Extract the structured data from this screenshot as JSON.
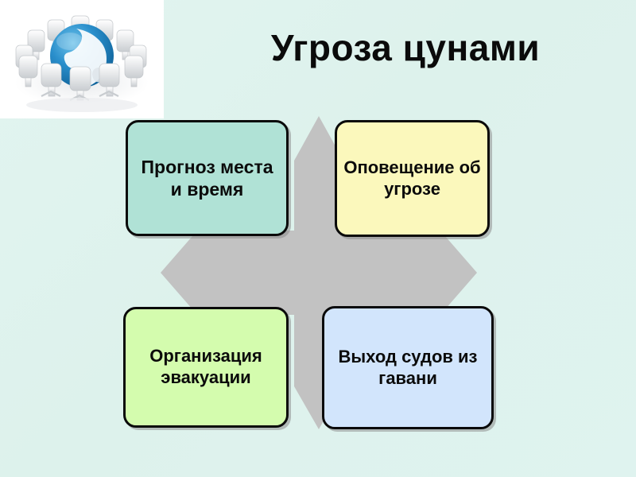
{
  "slide": {
    "title": "Угроза цунами",
    "background_color": "#dff3ef",
    "title_color": "#0b0b0b"
  },
  "picture": {
    "name": "globe-with-chairs-image",
    "description": "Голубой глобус, окружённый кругом офисных кресел",
    "background_color": "#ffffff",
    "globe_color": "#1b7fc4",
    "chairs_color": "#d8dbde"
  },
  "diagram": {
    "center_arrow": {
      "name": "four-way-arrow",
      "color": "#c0c0c0",
      "directions": [
        "up",
        "right",
        "down",
        "left"
      ]
    },
    "boxes": [
      {
        "id": "forecast",
        "label": "Прогноз места и время",
        "lines": [
          "Прогноз",
          "места и",
          "время"
        ],
        "fill": "#b0e2d6",
        "border": "#0a0a0a",
        "position": "top-left"
      },
      {
        "id": "warning",
        "label": "Оповещение об угрозе",
        "lines": [
          "Оповещени",
          "е об угрозе"
        ],
        "fill": "#fbf8bc",
        "border": "#0a0a0a",
        "position": "top-right"
      },
      {
        "id": "evacuation",
        "label": "Организация эвакуации",
        "lines": [
          "Организация",
          "эвакуации"
        ],
        "fill": "#d4fcae",
        "border": "#0a0a0a",
        "position": "bottom-left"
      },
      {
        "id": "harbour",
        "label": "Выход судов из гавани",
        "lines": [
          "Выход судов",
          "из гавани"
        ],
        "fill": "#d2e5fc",
        "border": "#0a0a0a",
        "position": "bottom-right"
      }
    ]
  }
}
